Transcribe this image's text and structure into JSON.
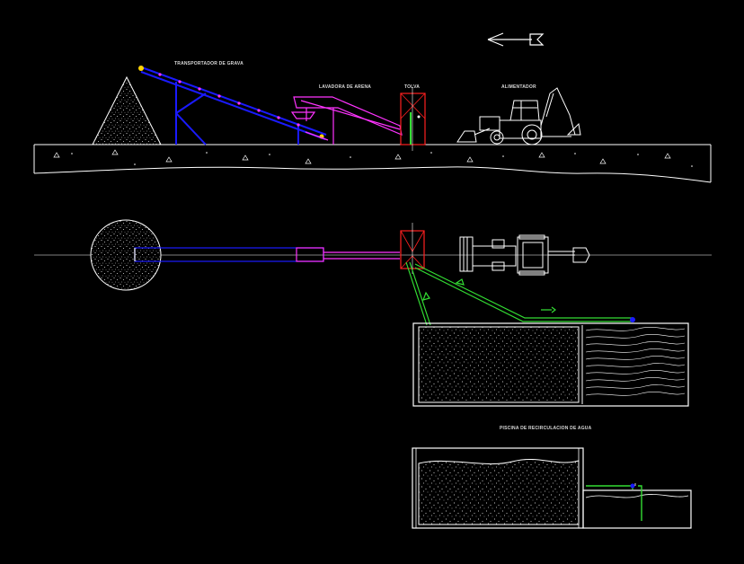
{
  "labels": {
    "conveyor": "TRANSPORTADOR DE GRAVA",
    "washer": "LAVADORA DE ARENA",
    "hopper": "TOLVA",
    "feeder": "ALIMENTADOR",
    "water_pool": "PISCINA DE RECIRCULACION DE AGUA"
  },
  "colors": {
    "background": "#000000",
    "linework": "#ffffff",
    "conveyor": "#1a1aff",
    "washer": "#ff33ff",
    "hopper": "#ff2020",
    "water_pipe": "#33dd33"
  }
}
